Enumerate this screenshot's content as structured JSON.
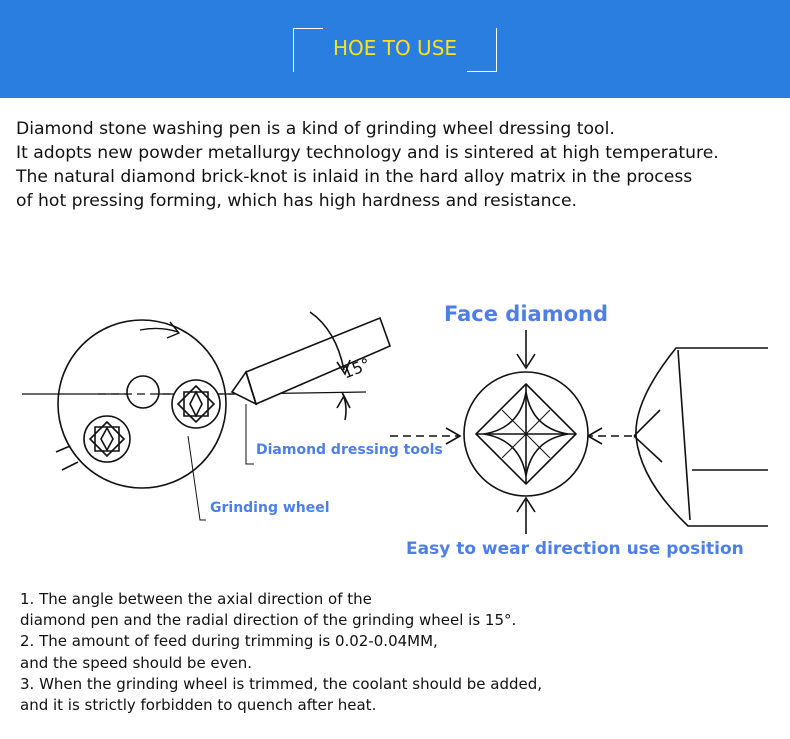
{
  "header": {
    "title": "HOE TO USE",
    "background_color": "#2a7ee0",
    "title_color": "#ffe11a"
  },
  "intro": {
    "lines": [
      "Diamond stone washing pen is a kind of grinding wheel dressing tool.",
      "It adopts new powder metallurgy technology and is sintered at high temperature.",
      "The natural diamond brick-knot is inlaid in the hard alloy matrix in the process",
      "of hot pressing forming, which has high hardness and resistance."
    ]
  },
  "diagram": {
    "angle_label": "15°",
    "label_dressing_tools": "Diamond dressing tools",
    "label_grinding_wheel": "Grinding wheel",
    "label_face_diamond": "Face diamond",
    "label_wear_direction": "Easy to wear direction use position",
    "label_color": "#4d7fe6"
  },
  "notes": {
    "lines": [
      "1. The angle between the axial direction of the",
      "diamond pen and the radial direction of the grinding wheel is 15°.",
      "2. The amount of feed during trimming is 0.02-0.04MM,",
      "and the speed should be even.",
      "3. When the grinding wheel is trimmed, the coolant should be added,",
      "and it is strictly forbidden to quench after heat."
    ]
  }
}
